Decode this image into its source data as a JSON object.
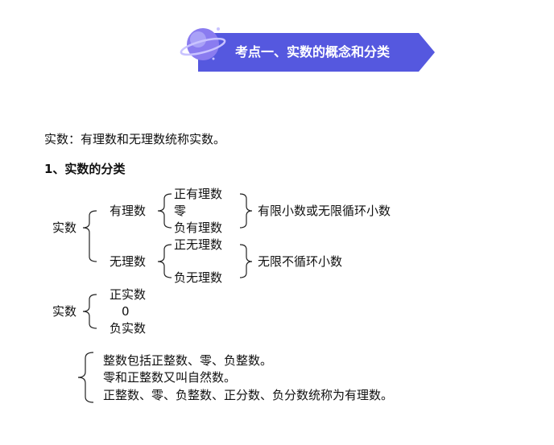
{
  "banner": {
    "title": "考点一、实数的概念和分类",
    "color": "#5558df"
  },
  "intro": "实数：有理数和无理数统称实数。",
  "heading": "1、实数的分类",
  "tree1": {
    "root": "实数",
    "rational": {
      "label": "有理数",
      "children": [
        "正有理数",
        "零",
        "负有理数"
      ],
      "note": "有限小数或无限循环小数"
    },
    "irrational": {
      "label": "无理数",
      "children": [
        "正无理数",
        "负无理数"
      ],
      "note": "无限不循环小数"
    }
  },
  "tree2": {
    "root": "实数",
    "children": [
      "正实数",
      "0",
      "负实数"
    ]
  },
  "notes": [
    "整数包括正整数、零、负整数。",
    "零和正整数又叫自然数。",
    "正整数、零、负整数、正分数、负分数统称为有理数。"
  ]
}
